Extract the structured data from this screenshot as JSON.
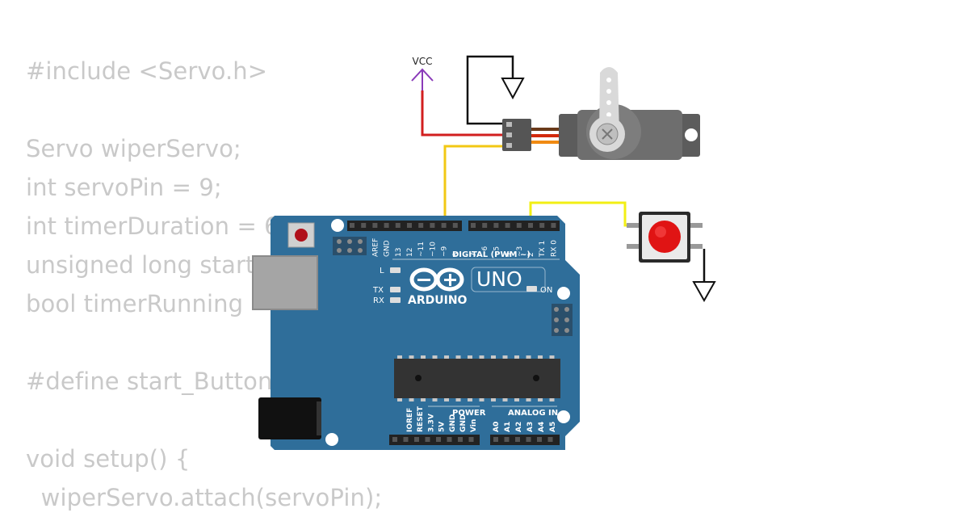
{
  "code": {
    "lines": [
      "#include <Servo.h>",
      "",
      "Servo wiperServo;",
      "int servoPin = 9;",
      "int timerDuration = 6",
      "unsigned long start",
      "bool timerRunning",
      "",
      "#define start_Button",
      "",
      "void setup() {",
      "  wiperServo.attach(servoPin);"
    ]
  },
  "schematic": {
    "vcc_label": "VCC",
    "board": {
      "brand": "ARDUINO",
      "model": "UNO",
      "digital_header": "DIGITAL (PWM ~)",
      "power_header": "POWER",
      "analog_header": "ANALOG IN",
      "led_l": "L",
      "led_tx": "TX",
      "led_rx": "RX",
      "led_on": "ON",
      "digital_pins": [
        "AREF",
        "GND",
        "13",
        "12",
        "~11",
        "~10",
        "~9",
        "8",
        "7",
        "~6",
        "~5",
        "4",
        "~3",
        "2",
        "TX 1",
        "RX 0"
      ],
      "power_pins": [
        "IOREF",
        "RESET",
        "3.3V",
        "5V",
        "GND",
        "GND",
        "Vin"
      ],
      "analog_pins": [
        "A0",
        "A1",
        "A2",
        "A3",
        "A4",
        "A5"
      ]
    },
    "colors": {
      "board": "#2f6e9a",
      "wire_vcc": "#d21f1f",
      "wire_signal": "#f2c814",
      "wire_gnd": "#111111",
      "button": "#e01414",
      "vcc_symbol": "#8a3ab9",
      "servo_body": "#6e6e6e"
    }
  }
}
